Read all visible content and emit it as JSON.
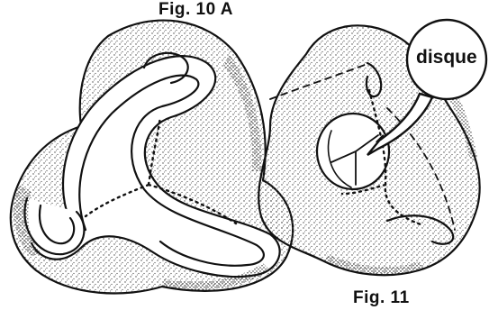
{
  "labels": {
    "fig10": "Fig. 10 A",
    "fig11": "Fig. 11",
    "disque": "disque"
  },
  "colors": {
    "ink": "#111111",
    "paper": "#ffffff",
    "stipple": "#555555"
  }
}
